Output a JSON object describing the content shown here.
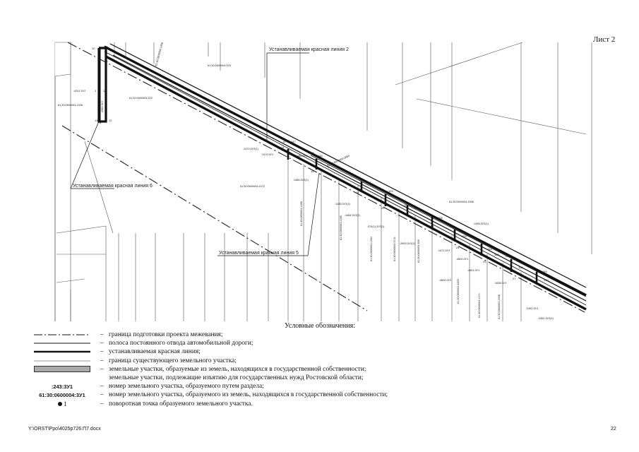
{
  "sheet_label": "Лист 2",
  "map": {
    "callouts": {
      "red_line_2": "Устанавливаемая красная линия 2",
      "red_line_6": "Устанавливаемая красная линия 6",
      "red_line_5": "Устанавливаемая красная линия 5"
    },
    "parcel_labels": [
      "61:30:0600004:3У5",
      "61:30:0600004:3У2",
      "61:30:0600004:1456",
      ":4241:3У2",
      "61:30:0600004:1336",
      ":4284:3У1",
      ":1470:3У2(1)",
      ":1470:3У1",
      ":1486:3У1",
      ":1486:3У2(1)",
      "61:30:0600004:1470",
      "61:30:0600004:3054",
      "61:30:0600004:1486",
      ":1485:3У2(1)",
      ":1484:3У2(1)",
      "61:30:0600004:1485",
      ":374(1):3У2(1)",
      "61:30:0600004:1484",
      "61:30:0600004:3741",
      ":1471:3У2",
      ":2653:3У2(1)",
      "61:30:0600004:356",
      ":1398:3У2(1)",
      ":4600:3У1",
      ":4600:3У2",
      ":2651:3У1",
      ":1638:3У2",
      "61:30:0600004:1556",
      "61:30:0600004:4600",
      "61:30:0600004:1471",
      "61:30:0600004:1638",
      ":2452:3У1",
      ":2452:3У2(1)"
    ],
    "point_numbers": [
      "10",
      "148",
      "15",
      "11",
      "1",
      "13",
      "12",
      "14",
      "16",
      "147",
      "146",
      "145",
      "15",
      "16",
      "18",
      "20",
      "151",
      "153",
      "154",
      "155",
      "157",
      "158",
      "159",
      "24",
      "25",
      "27",
      "29",
      "164",
      "165",
      "166",
      "169",
      "170"
    ]
  },
  "legend": {
    "title": "Условные обозначения:",
    "dash": "–",
    "items": [
      {
        "desc": "граница подготовки проекта межевания;"
      },
      {
        "desc": "полоса постоянного отвода автомобильной дороги;"
      },
      {
        "desc": "устанавливаемая красная линия;"
      },
      {
        "desc": "граница существующего земельного участка;"
      },
      {
        "desc": "земельные участки, образуемые из земель, находящихся в государственной собственности;"
      },
      {
        "desc": "земельные участки, подлежащие изъятию для государственных нужд Ростовской области;"
      },
      {
        "symbol": ":243:3У1",
        "desc": "номер земельного участка, образуемого путем раздела;"
      },
      {
        "symbol": "61:30:0600004:3У1",
        "desc": "номер земельного участка, образуемого из земель, находящихся в государственной собственности;"
      },
      {
        "symbol": "1",
        "desc": "поворотная точка образуемого земельного участка."
      }
    ]
  },
  "footer": {
    "path": "Y:\\ORST\\Ppo\\4025p726.П7.docx",
    "page": "22"
  }
}
